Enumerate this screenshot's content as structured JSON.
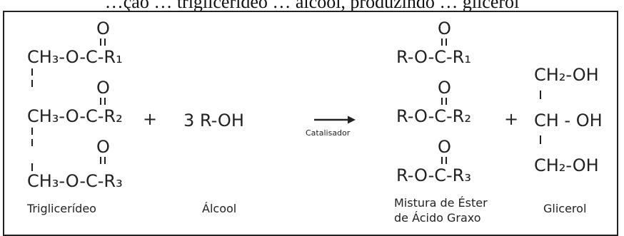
{
  "header_text": "…ção … triglicerídeo … álcool, produzindo … glicerol",
  "reaction": {
    "triglyceride": {
      "row1": "CH₃-O-C-R₁",
      "row2": "CH₃-O-C-R₂",
      "row3": "CH₃-O-C-R₃",
      "label": "Triglicerídeo"
    },
    "alcohol": {
      "formula": "3 R-OH",
      "label": "Álcool"
    },
    "catalyst": "Catalisador",
    "esters": {
      "row1": "R-O-C-R₁",
      "row2": "R-O-C-R₂",
      "row3": "R-O-C-R₃",
      "label_line1": "Mistura de Éster",
      "label_line2": "de Ácido Graxo"
    },
    "glycerol": {
      "row1": "CH₂-OH",
      "row2": "CH - OH",
      "row3": "CH₂-OH",
      "label": "Glicerol"
    },
    "oxygen": "O",
    "double_bond": "=",
    "plus": "+"
  }
}
